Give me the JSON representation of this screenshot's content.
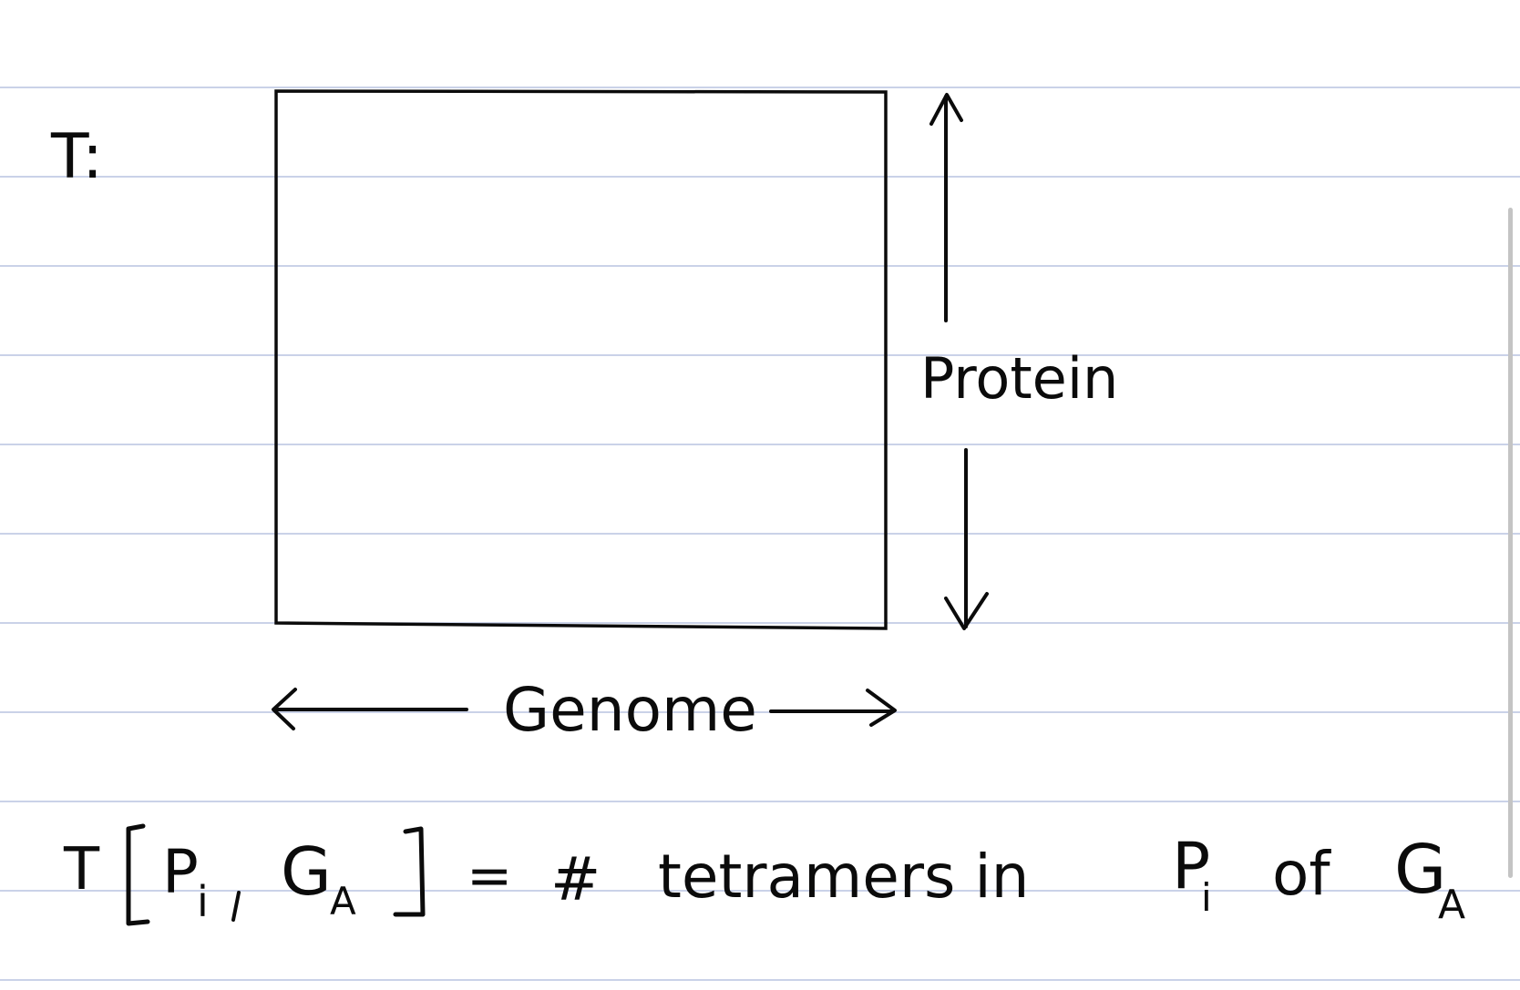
{
  "matrix_label": "T:",
  "labels": {
    "protein": "Protein",
    "genome": "Genome"
  },
  "equation": {
    "lhs_symbol": "T",
    "protein_index_base": "P",
    "protein_index_sub": "i",
    "genome_index_base": "G",
    "genome_index_sub": "A",
    "equals": "=",
    "hash": "#",
    "words": "tetramers in",
    "rhs_protein_base": "P",
    "rhs_protein_sub": "i",
    "of_word": "of",
    "rhs_genome_base": "G",
    "rhs_genome_sub": "A"
  },
  "colors": {
    "ink": "#0b0b0b",
    "ruled_line": "#b9c3e0",
    "background": "#ffffff",
    "scrollbar": "#c4c4c4"
  }
}
